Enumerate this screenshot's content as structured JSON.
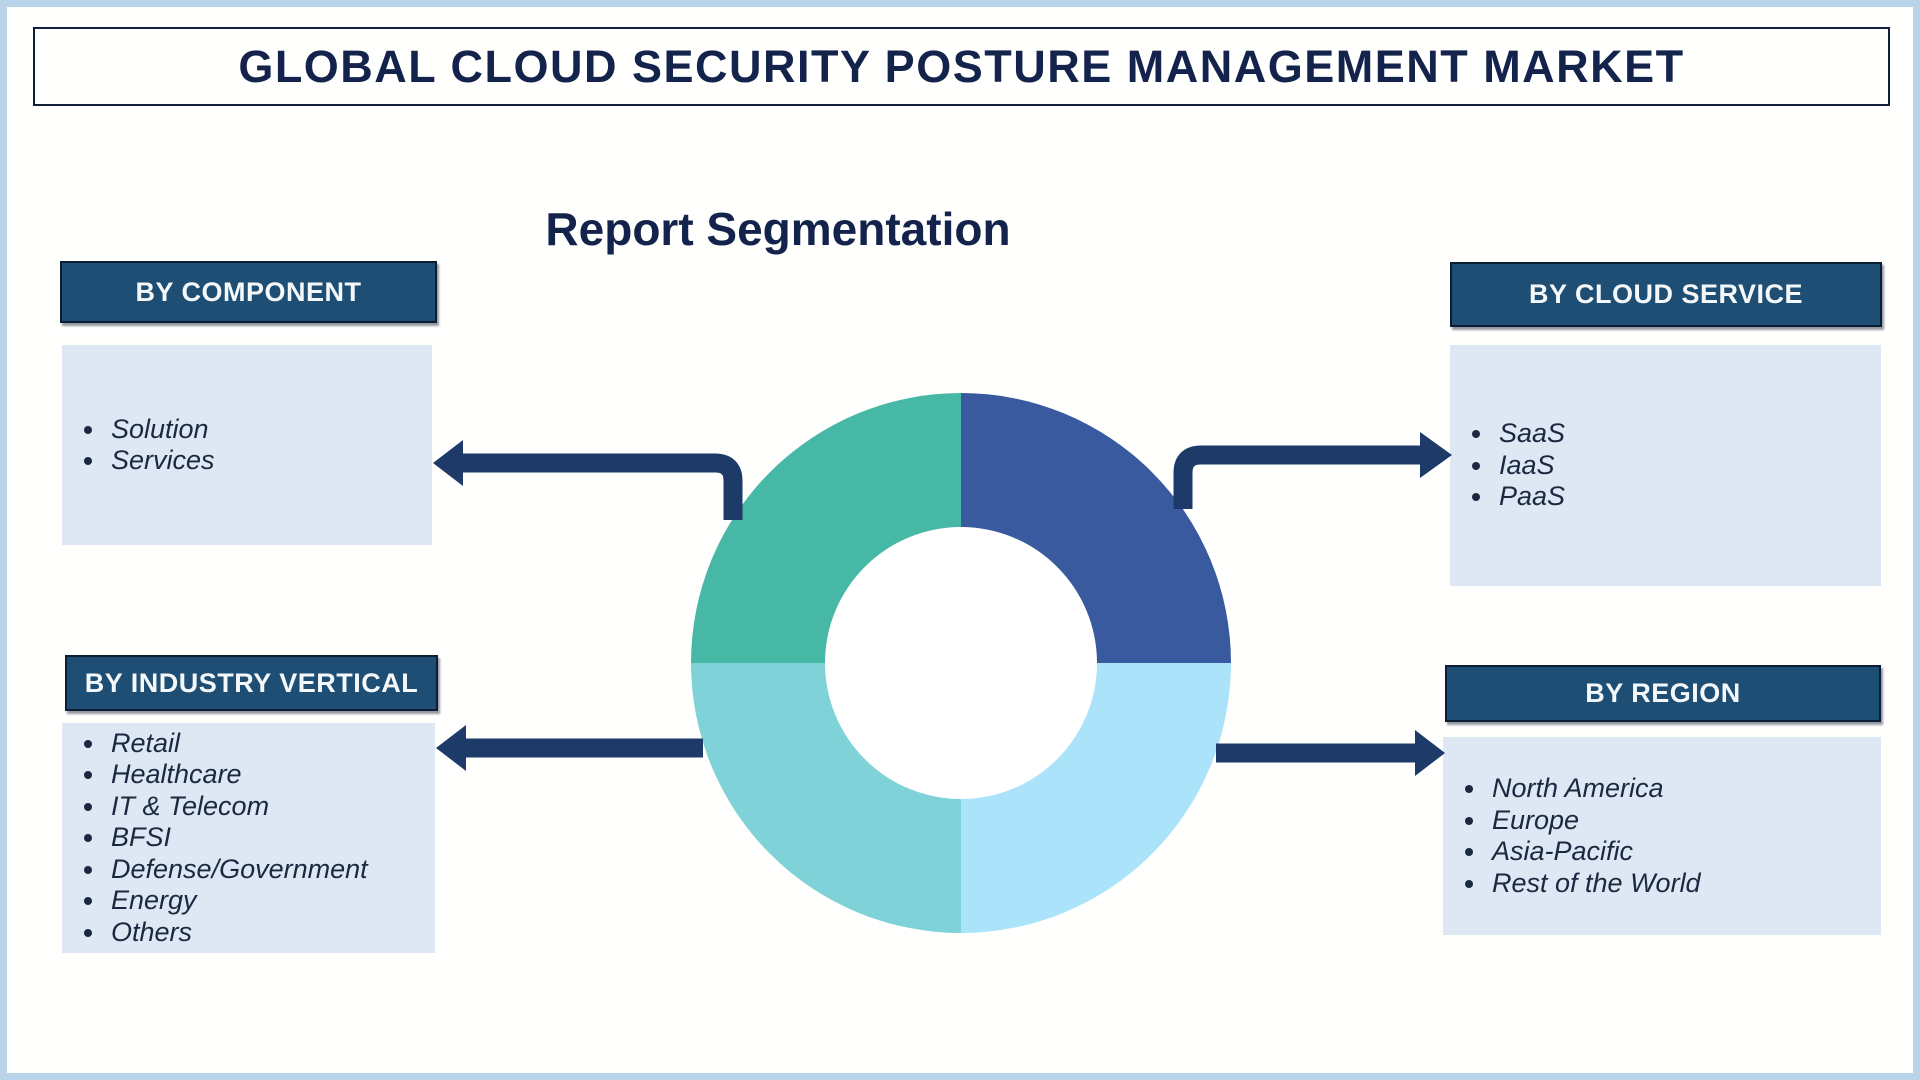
{
  "page": {
    "title": "GLOBAL CLOUD SECURITY POSTURE MANAGEMENT MARKET",
    "subtitle": "Report Segmentation"
  },
  "colors": {
    "navy_text": "#13234b",
    "header_fill": "#1e4e73",
    "header_border": "#0d1d33",
    "list_fill": "#dde8f4",
    "arrow": "#1d3a68",
    "page_border": "#b9d4e9"
  },
  "sections": {
    "component": {
      "label": "BY COMPONENT",
      "items": [
        "Solution",
        "Services"
      ]
    },
    "cloud_service": {
      "label": "BY CLOUD SERVICE",
      "items": [
        "SaaS",
        "IaaS",
        "PaaS"
      ]
    },
    "industry_vertical": {
      "label": "BY INDUSTRY VERTICAL",
      "items": [
        "Retail",
        "Healthcare",
        "IT & Telecom",
        "BFSI",
        "Defense/Government",
        "Energy",
        "Others"
      ]
    },
    "region": {
      "label": "BY REGION",
      "items": [
        "North America",
        "Europe",
        "Asia-Pacific",
        "Rest of the World"
      ]
    }
  },
  "donut": {
    "segments": [
      {
        "name": "top-right",
        "color": "#3a5aa0"
      },
      {
        "name": "bottom-right",
        "color": "#aae3fa"
      },
      {
        "name": "bottom-left",
        "color": "#7fd2d8"
      },
      {
        "name": "top-left",
        "color": "#47b8a5"
      }
    ]
  }
}
